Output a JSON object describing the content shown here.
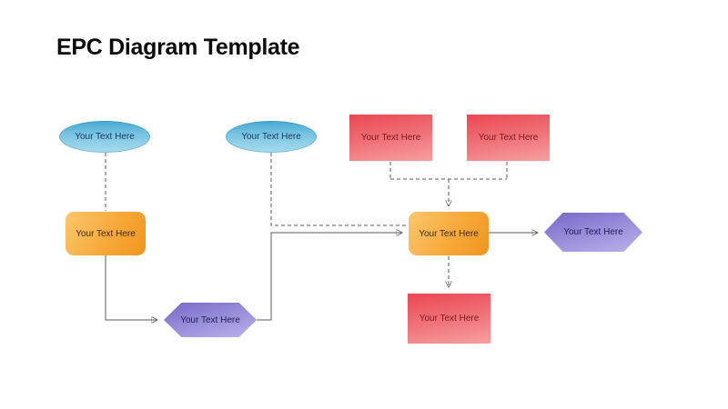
{
  "title": "EPC Diagram Template",
  "nodes": [
    {
      "id": "event-ellipse-1",
      "shape": "ellipse",
      "label": "Your Text Here"
    },
    {
      "id": "event-ellipse-2",
      "shape": "ellipse",
      "label": "Your Text Here"
    },
    {
      "id": "input-rect-1",
      "shape": "rectangle",
      "label": "Your Text Here"
    },
    {
      "id": "input-rect-2",
      "shape": "rectangle",
      "label": "Your Text Here"
    },
    {
      "id": "function-box-1",
      "shape": "rounded-rectangle",
      "label": "Your Text Here"
    },
    {
      "id": "function-box-2",
      "shape": "rounded-rectangle",
      "label": "Your Text Here"
    },
    {
      "id": "process-hexagon-1",
      "shape": "hexagon",
      "label": "Your Text Here"
    },
    {
      "id": "process-hexagon-2",
      "shape": "hexagon",
      "label": "Your Text Here"
    },
    {
      "id": "output-rect",
      "shape": "rectangle",
      "label": "Your Text Here"
    }
  ],
  "colors": {
    "ellipse_top": "#45aad2",
    "ellipse_bottom": "#a9dcef",
    "red_top": "#ea4753",
    "red_bottom": "#f6a0a0",
    "orange_light": "#fdc76d",
    "orange_dark": "#f09520",
    "purple_dark": "#7767c8",
    "purple_light": "#bab1ec",
    "connector": "#5a5b5f",
    "title_text": "#0b0b0b",
    "background": "#ffffff"
  }
}
